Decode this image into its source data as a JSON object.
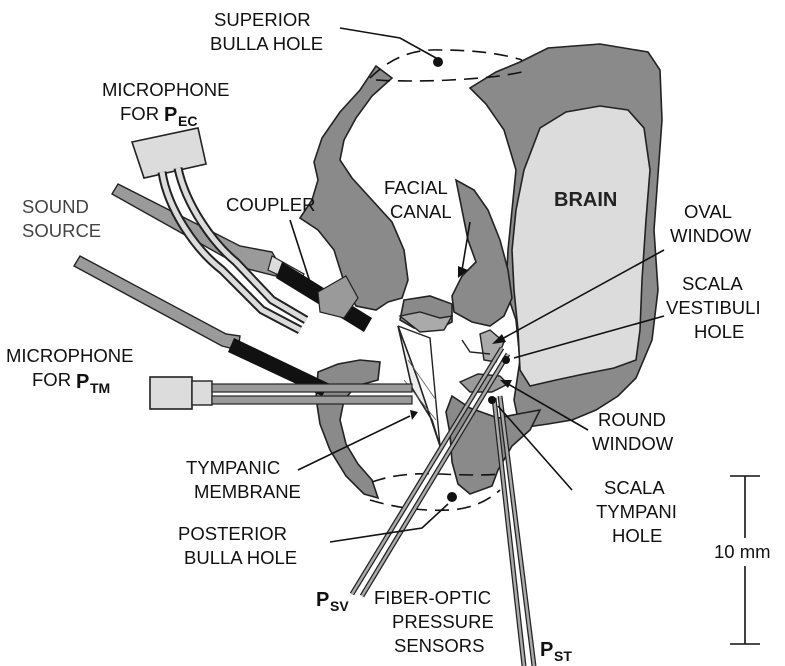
{
  "diagram": {
    "labels": {
      "superior_bulla_hole": [
        "SUPERIOR",
        "BULLA HOLE"
      ],
      "microphone_pec": [
        "MICROPHONE",
        "FOR"
      ],
      "pec_main": "P",
      "pec_sub": "EC",
      "sound_source": [
        "SOUND",
        "SOURCE"
      ],
      "coupler": "COUPLER",
      "facial_canal": [
        "FACIAL",
        "CANAL"
      ],
      "brain": "BRAIN",
      "oval_window": [
        "OVAL",
        "WINDOW"
      ],
      "scala_vestibuli_hole": [
        "SCALA",
        "VESTIBULI",
        "HOLE"
      ],
      "microphone_ptm": [
        "MICROPHONE",
        "FOR"
      ],
      "ptm_main": "P",
      "ptm_sub": "TM",
      "round_window": [
        "ROUND",
        "WINDOW"
      ],
      "tympanic_membrane": [
        "TYMPANIC",
        "MEMBRANE"
      ],
      "scala_tympani_hole": [
        "SCALA",
        "TYMPANI",
        "HOLE"
      ],
      "posterior_bulla_hole": [
        "POSTERIOR",
        "BULLA HOLE"
      ],
      "psv_main": "P",
      "psv_sub": "SV",
      "fiber_optic": [
        "FIBER-OPTIC",
        "PRESSURE",
        "SENSORS"
      ],
      "pst_main": "P",
      "pst_sub": "ST",
      "scale_bar": "10 mm"
    },
    "colors": {
      "bone": "#8a8a8a",
      "brain": "#dcdcdc",
      "tube": "#9a9a9a",
      "coupler": "#111111",
      "membrane": "#eeeeee"
    }
  }
}
